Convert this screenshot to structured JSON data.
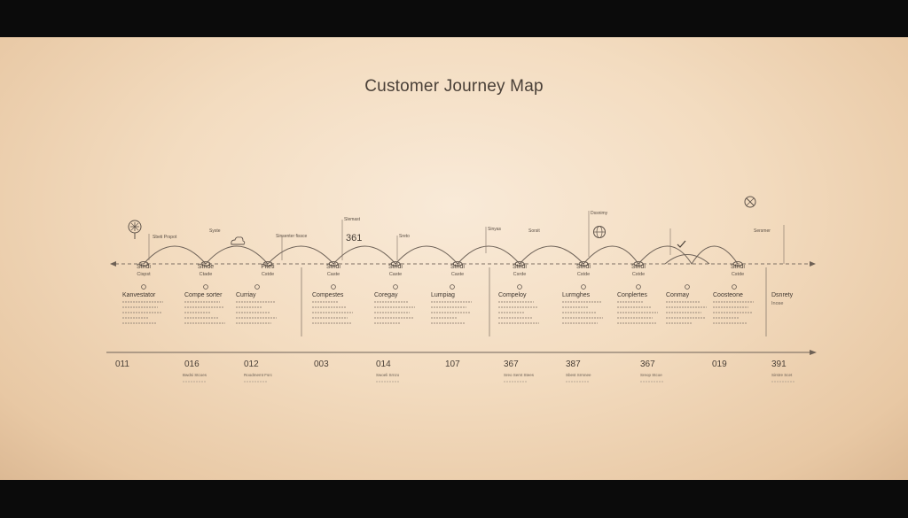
{
  "title": "Customer Journey Map",
  "stages": [
    {
      "label": "Stndi",
      "sub": "Cispst"
    },
    {
      "label": "Stnde",
      "sub": "Ctade"
    },
    {
      "label": "Fiteti",
      "sub": "Cstde"
    },
    {
      "label": "Stndi",
      "sub": "Caste"
    },
    {
      "label": "Stndi",
      "sub": "Caste"
    },
    {
      "label": "Stndi",
      "sub": "Caste"
    },
    {
      "label": "Stndi",
      "sub": "Csrde"
    },
    {
      "label": "Stndi",
      "sub": "Cstde"
    },
    {
      "label": "Stndi",
      "sub": "Cstde"
    },
    {
      "label": "Stndi",
      "sub": "Cstde"
    }
  ],
  "phases": [
    {
      "label": "Kanvestator"
    },
    {
      "label": "Compe sorter"
    },
    {
      "label": "Curriay"
    },
    {
      "label": "Compestes"
    },
    {
      "label": "Coregay"
    },
    {
      "label": "Lumpiag"
    },
    {
      "label": "Compeloy"
    },
    {
      "label": "Lurmghes"
    },
    {
      "label": "Conplertes"
    },
    {
      "label": "Conmay"
    },
    {
      "label": "Coosteone"
    },
    {
      "label": "Dsnrety",
      "hint": "Inose"
    }
  ],
  "callouts": [
    {
      "text": "Sbeti Prspot"
    },
    {
      "text": "Syste"
    },
    {
      "text": "Sinsenter fissce"
    },
    {
      "text": "Slemast"
    },
    {
      "text": "Sreto"
    },
    {
      "text": "Sinyas"
    },
    {
      "text": "Sorsit"
    },
    {
      "text": "Dssnimy"
    },
    {
      "text": "Sersmer"
    }
  ],
  "big_callout": "361",
  "timeline": [
    "011",
    "016",
    "012",
    "003",
    "014",
    "107",
    "367",
    "387",
    "367",
    "019",
    "391"
  ],
  "notes": [
    {
      "text": "Bwdsi Stcoes"
    },
    {
      "text": "Roodmemt Fsrc"
    },
    {
      "text": "Swoeli Srnzo"
    },
    {
      "text": "Sreo Semt Stees"
    },
    {
      "text": "Sbest Srmnee"
    },
    {
      "text": "Sreop Stcoe"
    },
    {
      "text": "Sirstre Scet"
    }
  ],
  "colors": {
    "background_light": "#f9ead8",
    "background_dark": "#dcb994",
    "ink": "#4a4038",
    "frame": "#0b0b0b"
  },
  "icons": [
    "ferris-wheel-icon",
    "cloud-icon",
    "globe-icon",
    "checkmark-icon",
    "no-entry-icon"
  ]
}
